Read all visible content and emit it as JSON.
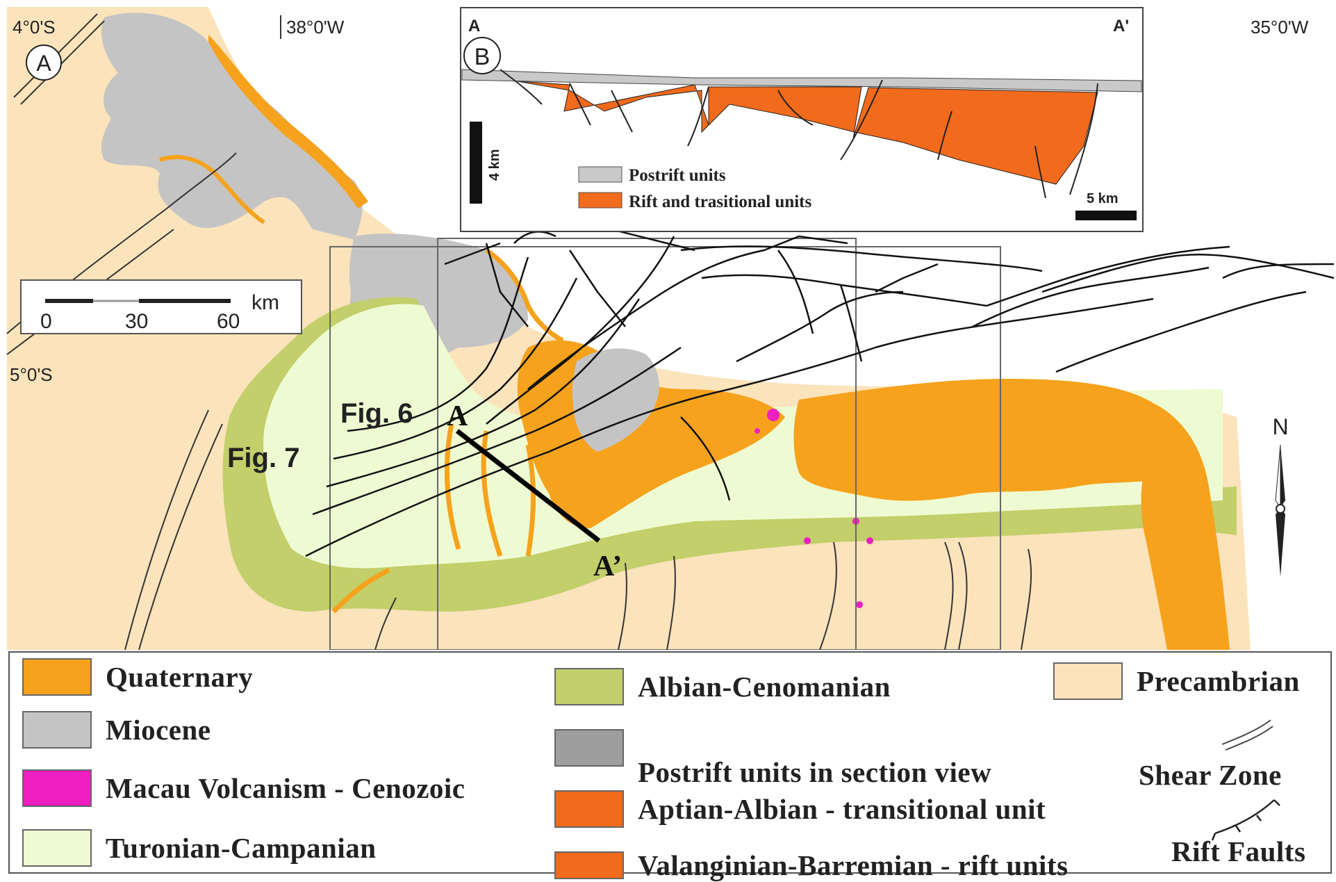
{
  "coords": {
    "lat_top": "4°0'S",
    "lat_mid": "5°0'S",
    "lon_left": "38°0'W",
    "lon_right": "35°0'W"
  },
  "panel_a": {
    "label": "A"
  },
  "scale_bar": {
    "ticks": [
      "0",
      "30",
      "60"
    ],
    "unit": "km"
  },
  "figure_refs": {
    "fig6": "Fig. 6",
    "fig7": "Fig. 7"
  },
  "section_line": {
    "start": "A",
    "end": "A’"
  },
  "north_arrow": {
    "label": "N"
  },
  "inset": {
    "panel_label": "B",
    "left_end": "A",
    "right_end": "A'",
    "vertical_scale": "4 km",
    "horizontal_scale": "5 km",
    "legend": [
      {
        "label": "Postrift units",
        "color": "#c9c9c9"
      },
      {
        "label": "Rift and trasitional units",
        "color": "#f26a1b"
      }
    ]
  },
  "legend": {
    "items": [
      {
        "label": "Quaternary",
        "color": "#f6a21c"
      },
      {
        "label": "Miocene",
        "color": "#c4c4c4"
      },
      {
        "label": "Macau Volcanism - Cenozoic",
        "color": "#ee1fbf"
      },
      {
        "label": "Turonian-Campanian",
        "color": "#eefbd2"
      },
      {
        "label": "Albian-Cenomanian",
        "color": "#c2cf6a"
      },
      {
        "label": "Postrift units in section view",
        "color": "#9e9e9e"
      },
      {
        "label": "Aptian-Albian - transitional unit",
        "color": "#f26a1b"
      },
      {
        "label": "Valanginian-Barremian - rift units",
        "color": "#f26a1b"
      },
      {
        "label": "Precambrian",
        "color": "#fbe3bb"
      }
    ],
    "symbols": {
      "shear_zone": "Shear Zone",
      "rift_faults": "Rift Faults"
    }
  }
}
